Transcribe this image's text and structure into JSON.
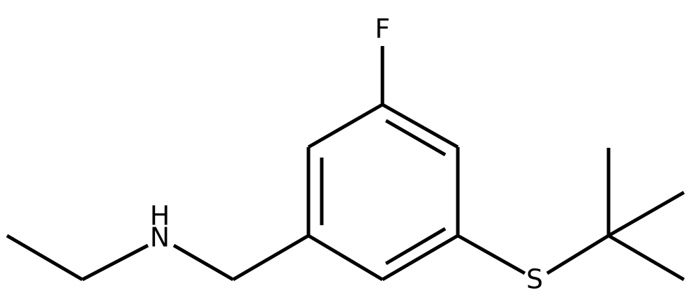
{
  "molecule": {
    "atoms": {
      "fluorine": "F",
      "nitrogen": "N",
      "hydrogen": "H",
      "sulfur": "S"
    },
    "colors": {
      "bond": "#000000",
      "label": "#000000",
      "background": "#ffffff"
    }
  }
}
